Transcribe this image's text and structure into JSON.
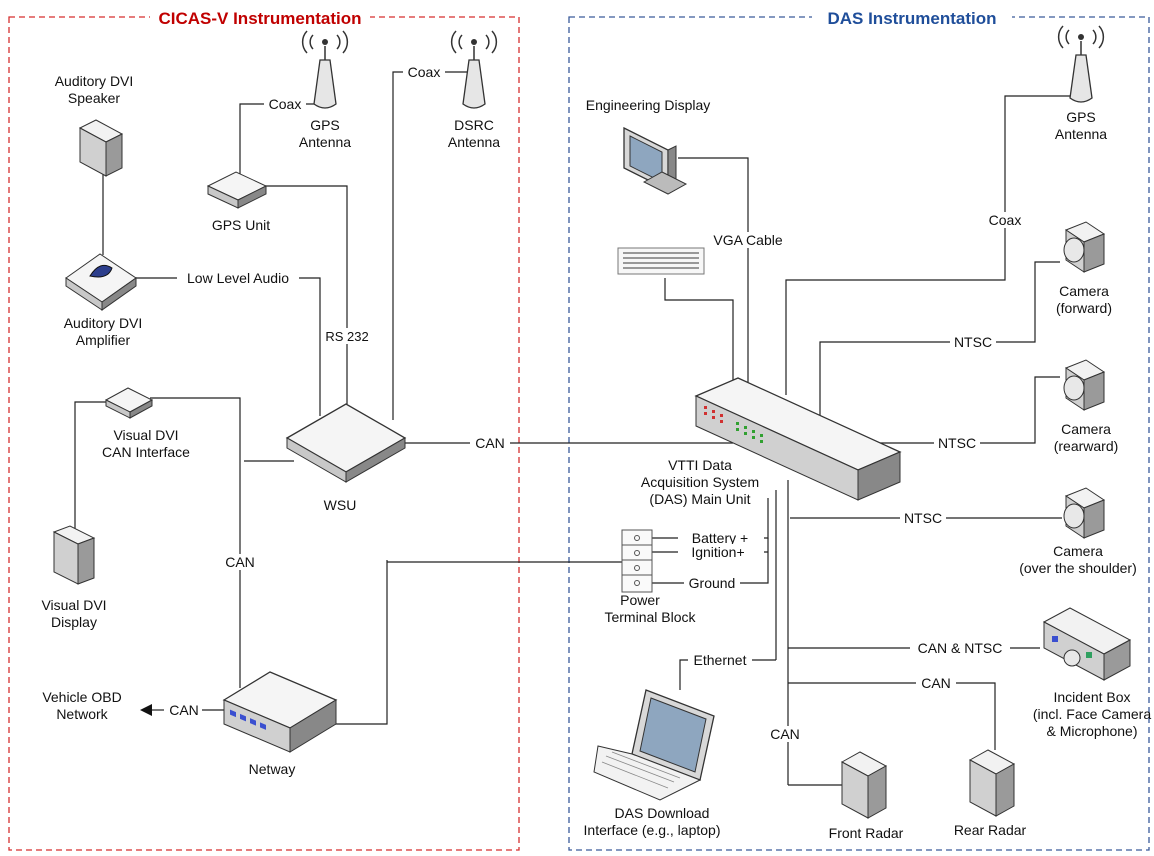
{
  "sections": {
    "cicas_title": "CICAS-V Instrumentation",
    "das_title": "DAS Instrumentation",
    "cicas_color": "#d62f2f",
    "das_color": "#3a5a9a",
    "cicas_title_color": "#c00000",
    "das_title_color": "#1f4e9a"
  },
  "devices": {
    "dvi_speaker": [
      "Auditory DVI",
      "Speaker"
    ],
    "dvi_amplifier": [
      "Auditory DVI",
      "Amplifier"
    ],
    "gps_unit": "GPS Unit",
    "gps_antenna_left": [
      "GPS",
      "Antenna"
    ],
    "dsrc_antenna": [
      "DSRC",
      "Antenna"
    ],
    "visual_dvi_can_interface": [
      "Visual DVI",
      "CAN Interface"
    ],
    "visual_dvi_display": [
      "Visual DVI",
      "Display"
    ],
    "wsu": "WSU",
    "netway": "Netway",
    "vehicle_obd": [
      "Vehicle OBD",
      "Network"
    ],
    "engineering_display": "Engineering Display",
    "gps_antenna_right": [
      "GPS",
      "Antenna"
    ],
    "das_main_unit": [
      "VTTI Data",
      "Acquisition System",
      "(DAS) Main Unit"
    ],
    "power_terminal_block": [
      "Power",
      "Terminal Block"
    ],
    "camera_forward": [
      "Camera",
      "(forward)"
    ],
    "camera_rearward": [
      "Camera",
      "(rearward)"
    ],
    "camera_shoulder": [
      "Camera",
      "(over the shoulder)"
    ],
    "incident_box": [
      "Incident Box",
      "(incl. Face Camera",
      "& Microphone)"
    ],
    "das_download": [
      "DAS Download",
      "Interface (e.g., laptop)"
    ],
    "front_radar": "Front Radar",
    "rear_radar": "Rear Radar"
  },
  "connections": {
    "coax_gps_left": "Coax",
    "coax_dsrc": "Coax",
    "low_level_audio": "Low Level Audio",
    "rs232": "RS 232",
    "can_wsu_netway": "CAN",
    "can_netway_obd": "CAN",
    "can_wsu_das": "CAN",
    "vga_cable": "VGA Cable",
    "coax_gps_right": "Coax",
    "ntsc_forward": "NTSC",
    "ntsc_rearward": "NTSC",
    "ntsc_shoulder": "NTSC",
    "battery": "Battery +",
    "ignition": "Ignition+",
    "ground": "Ground",
    "ethernet": "Ethernet",
    "can_ntsc_incident": "CAN & NTSC",
    "can_rear_radar": "CAN",
    "can_front_radar": "CAN"
  }
}
